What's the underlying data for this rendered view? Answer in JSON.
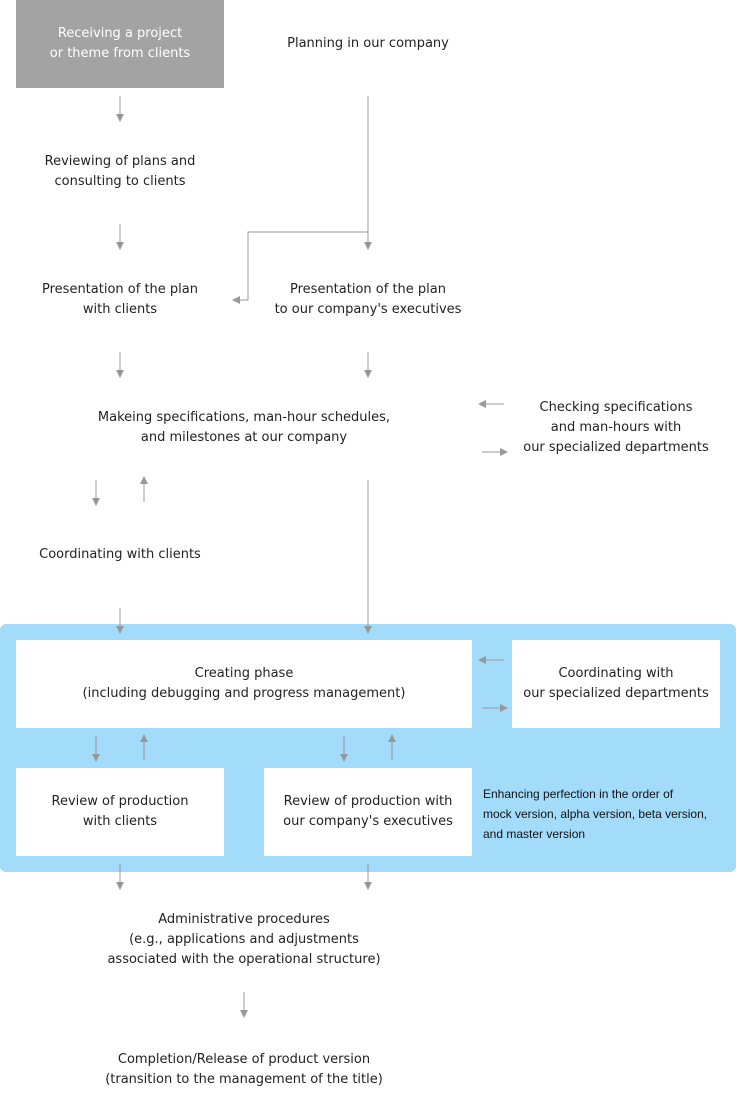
{
  "nodes": {
    "receiving": "Receiving a project\nor theme from clients",
    "planning": "Planning in our company",
    "reviewing": "Reviewing of plans and\nconsulting to clients",
    "presentation_clients": "Presentation of the plan\nwith clients",
    "presentation_executives": "Presentation of the plan\nto our company's executives",
    "specifications": "Makeing specifications, man-hour schedules,\nand milestones at our company",
    "checking": "Checking specifications\nand man-hours with\nour specialized departments",
    "coordinating_clients": "Coordinating with clients",
    "creating_phase": "Creating phase\n(including debugging and progress management)",
    "coordinating_departments": "Coordinating with\nour specialized departments",
    "review_clients": "Review of production\nwith clients",
    "review_executives": "Review of production with\nour company's executives",
    "administrative": "Administrative procedures\n(e.g., applications and adjustments\nassociated with the operational structure)",
    "completion": "Completion/Release of product version\n(transition to the management of the title)"
  },
  "note": "Enhancing perfection in the order of\nmock version, alpha version, beta version,\nand master version",
  "colors": {
    "panel": "#a3dbfb",
    "start_box": "#a3a3a3",
    "arrow": "#999999"
  }
}
